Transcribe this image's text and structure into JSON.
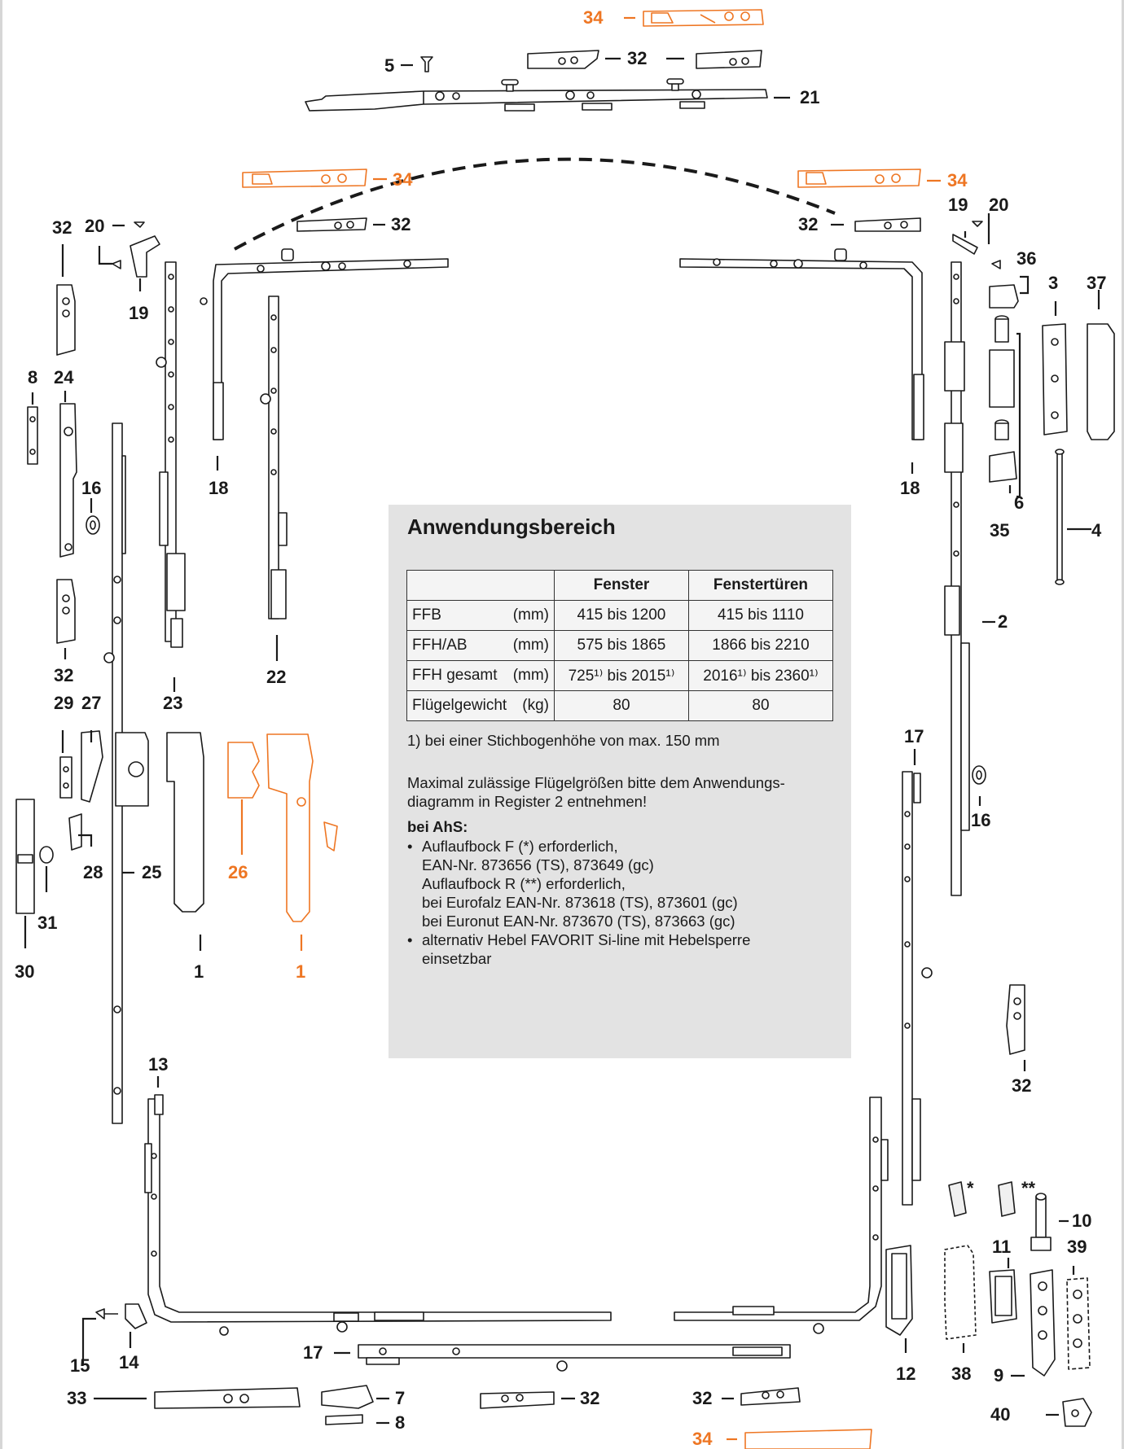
{
  "colors": {
    "highlight": "#ee7623",
    "panel": "#e3e3e3",
    "line": "#1a1a1a"
  },
  "labels": {
    "l34_top": "34",
    "l5": "5",
    "l32_top": "32",
    "l21": "21",
    "l34_left": "34",
    "l34_right": "34",
    "l32_arc_left": "32",
    "l32_arc_right": "32",
    "l32_a": "32",
    "l20_a": "20",
    "l19_a": "19",
    "l8_a": "8",
    "l24": "24",
    "l16_a": "16",
    "l32_b": "32",
    "l29": "29",
    "l27": "27",
    "l23": "23",
    "l22": "22",
    "l18_a": "18",
    "l28": "28",
    "l25": "25",
    "l26": "26",
    "l31": "31",
    "l30": "30",
    "l1_a": "1",
    "l1_b": "1",
    "l19_b": "19",
    "l20_b": "20",
    "l36": "36",
    "l3": "3",
    "l37": "37",
    "l18_b": "18",
    "l6": "6",
    "l35": "35",
    "l4": "4",
    "l2": "2",
    "l17_a": "17",
    "l16_b": "16",
    "l32_c": "32",
    "l13": "13",
    "l15": "15",
    "l14": "14",
    "l17_b": "17",
    "l33": "33",
    "l7": "7",
    "l8_b": "8",
    "l32_d": "32",
    "l32_e": "32",
    "l34_bottom": "34",
    "star1": "*",
    "star2": "**",
    "l10": "10",
    "l11": "11",
    "l39": "39",
    "l12": "12",
    "l38": "38",
    "l9": "9",
    "l40": "40"
  },
  "info": {
    "title": "Anwendungsbereich",
    "table": {
      "headers": [
        "",
        "Fenster",
        "Fenstertüren"
      ],
      "rows": [
        {
          "label": "FFB",
          "unit": "(mm)",
          "fenster": "415   bis 1200",
          "tueren": "415   bis 1110"
        },
        {
          "label": "FFH/AB",
          "unit": "(mm)",
          "fenster": "575   bis 1865",
          "tueren": "1866   bis 2210"
        },
        {
          "label": "FFH gesamt",
          "unit": "(mm)",
          "fenster": "725¹⁾ bis 2015¹⁾",
          "tueren": "2016¹⁾ bis 2360¹⁾"
        },
        {
          "label": "Flügelgewicht",
          "unit": "(kg)",
          "fenster": "80",
          "tueren": "80"
        }
      ]
    },
    "footnote": "1) bei einer Stichbogenhöhe von max. 150 mm",
    "note_line1": "Maximal zulässige Flügelgrößen bitte dem Anwendungs-",
    "note_line2": "diagramm in Register 2 entnehmen!",
    "ahs_title": "bei AhS:",
    "ahs_items": [
      [
        "Auflaufbock F (*) erforderlich,",
        "EAN-Nr. 873656 (TS), 873649 (gc)",
        "Auflaufbock R (**) erforderlich,",
        "bei Eurofalz EAN-Nr. 873618 (TS), 873601 (gc)",
        "bei Euronut EAN-Nr. 873670 (TS), 873663 (gc)"
      ],
      [
        "alternativ Hebel FAVORIT Si-line mit Hebelsperre",
        "einsetzbar"
      ]
    ]
  }
}
